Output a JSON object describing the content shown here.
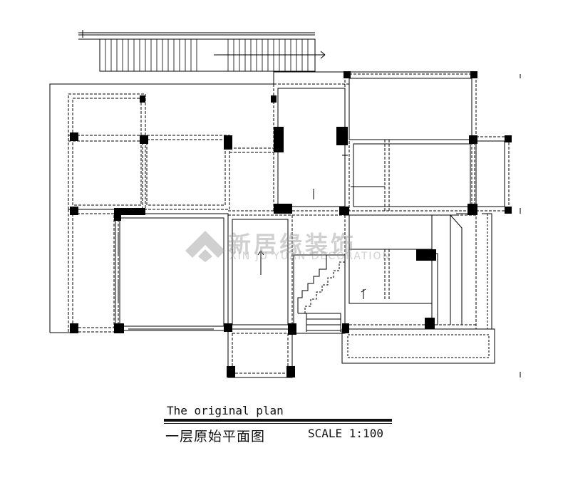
{
  "watermark": {
    "brand_cn": "新居缘装饰",
    "brand_en": "XIN JU YUAN DECORATION"
  },
  "title_block": {
    "title_en": "The original plan",
    "title_cn": "一层原始平面图",
    "scale": "SCALE  1:100"
  },
  "colors": {
    "line": "#000000",
    "column": "#000000",
    "watermark": "#969696"
  }
}
